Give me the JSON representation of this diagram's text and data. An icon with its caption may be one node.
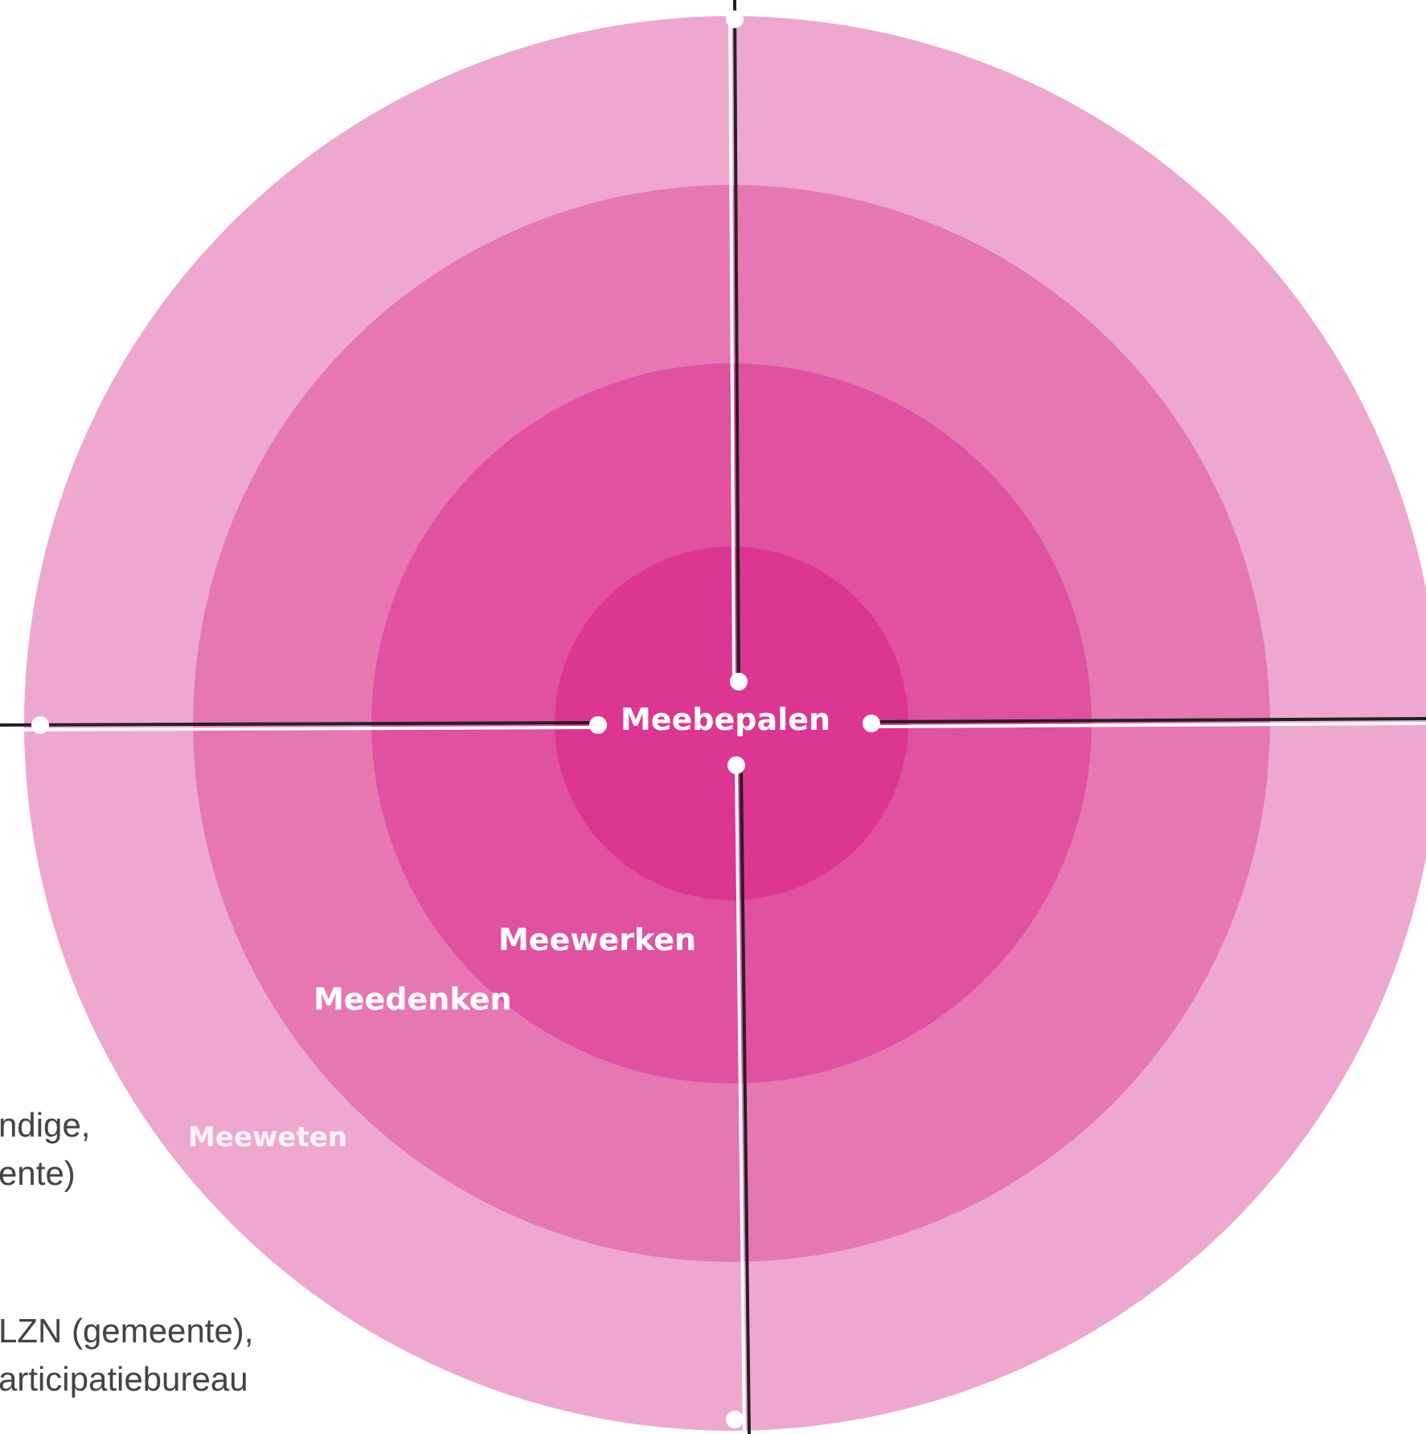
{
  "diagram": {
    "labels": [
      "Meebepalen",
      "Meewerken",
      "Meedenken",
      "ndige, ente)",
      "Meeweten",
      "LZN (gemeente), articipatiebureau"
    ]
  }
}
